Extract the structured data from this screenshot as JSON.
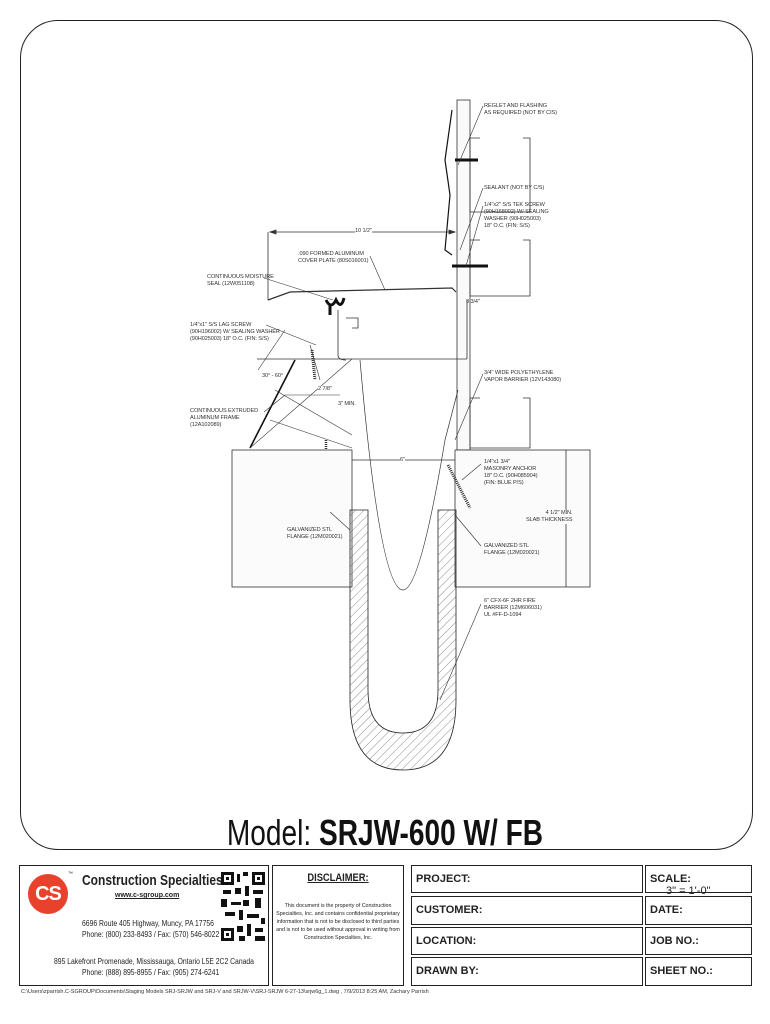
{
  "drawing": {
    "labels": {
      "reglet": [
        "REGLET AND FLASHING",
        "AS REQUIRED (NOT BY CIS)"
      ],
      "sealant": [
        "SEALANT (NOT BY C/S)"
      ],
      "tek_screw": [
        "1/4\"x2\" S/S TEK SCREW",
        "(90H168002) W/ SEALING",
        "WASHER (90H025003)",
        "18\" O.C. (FIN: S/S)"
      ],
      "dim_10_half": "10 1/2\"",
      "cover_plate": [
        ".090 FORMED ALUMINUM",
        "COVER PLATE (80S016001)"
      ],
      "moisture_seal": [
        "CONTINUOUS MOISTURE",
        "SEAL (12W051108)"
      ],
      "dim_3_3_4": "3 3/4\"",
      "lag_screw": [
        "1/4\"x1\" S/S LAG SCREW",
        "(90H196002) W/ SEALING WASHER",
        "(90H025003) 18\" O.C. (FIN: S/S)"
      ],
      "angle": "30° - 60°",
      "dim_2_7_8": "2 7/8\"",
      "dim_3_min": "3\" MIN.",
      "vapor_barrier": [
        "3/4\" WIDE POLYETHYLENE",
        "VAPOR BARRIER (12V143080)"
      ],
      "frame": [
        "CONTINUOUS EXTRUDED",
        "ALUMINUM FRAME",
        "(12A102089)"
      ],
      "dim_6": "6\"",
      "masonry_anchor": [
        "1/4\"x1 3/4\"",
        "MASONRY ANCHOR",
        "18\" O.C. (90H085904)",
        "(FIN: BLUE P/S)"
      ],
      "slab": [
        "4 1/2\" MIN.",
        "SLAB THICKNESS"
      ],
      "flange_left": [
        "GALVANIZED STL",
        "FLANGE (12M020021)"
      ],
      "flange_right": [
        "GALVANIZED STL",
        "FLANGE (12M020021)"
      ],
      "fire_barrier": [
        "6\" CFX-6F 2HR FIRE",
        "BARRIER (12M606031)",
        "UL #FF-D-1094"
      ]
    }
  },
  "title": {
    "prefix": "Model: ",
    "model": "SRJW-600 W/ FB"
  },
  "company": {
    "logo_text": "CS",
    "tm": "™",
    "name": "Construction Specialties",
    "website": "www.c-sgroup.com",
    "us_address": "6696 Route 405 Highway, Muncy, PA  17756",
    "us_phone": "Phone: (800) 233-8493 / Fax: (570) 546-8022",
    "ca_address": "895 Lakefront Promenade, Mississauga, Ontario L5E 2C2 Canada",
    "ca_phone": "Phone: (888) 895-8955 / Fax: (905) 274-6241"
  },
  "disclaimer": {
    "heading": "DISCLAIMER:",
    "text": "This document is the property of Construction Specialties, Inc. and contains confidential proprietary information that is not to be disclosed to third parties and is not to be used without approval in writing from Construction Specialties, Inc."
  },
  "fields": {
    "project": "PROJECT:",
    "customer": "CUSTOMER:",
    "location": "LOCATION:",
    "drawn_by": "DRAWN BY:",
    "scale": "SCALE:",
    "scale_value": "3\" = 1'-0\"",
    "date": "DATE:",
    "job_no": "JOB NO.:",
    "sheet_no": "SHEET NO.:"
  },
  "file_path": "C:\\Users\\zparrish.C-SGROUP\\Documents\\Staging Models SRJ-SRJW and SRJ-V and SRJW-V\\SRJ-SRJW 6-27-13\\srjw6g_1.dwg , 7/9/2013 8:25 AM, Zachary Parrish",
  "colors": {
    "brand_red": "#e8412c",
    "line": "#222222"
  }
}
